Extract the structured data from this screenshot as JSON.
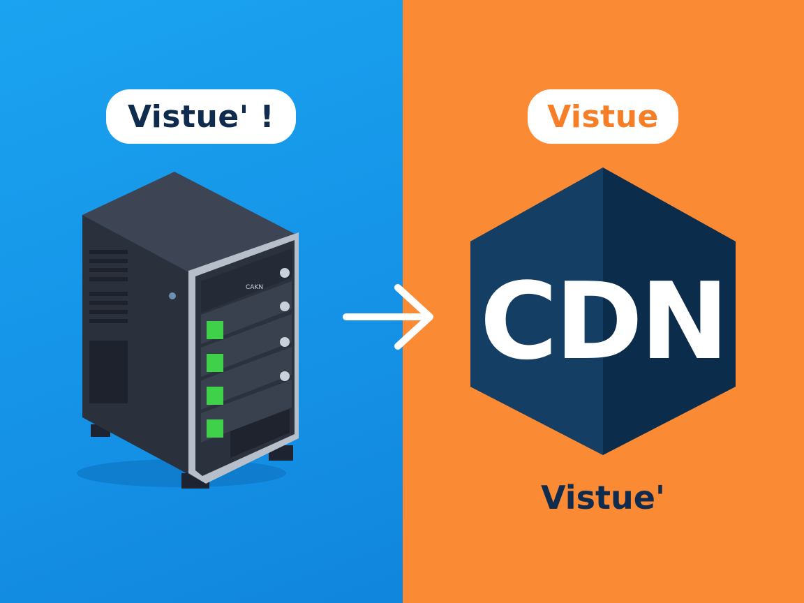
{
  "left": {
    "badge_label": "Vistue' !",
    "server_tag": "CAKN"
  },
  "right": {
    "badge_label": "Vistue",
    "logo_text": "CDN",
    "caption": "Vistue'"
  },
  "colors": {
    "left_background": "#1592e6",
    "right_background": "#fb8a35",
    "hexagon_dark": "#0b2c4a",
    "hexagon_light": "#143e63",
    "drive_led": "#3fd14a"
  }
}
